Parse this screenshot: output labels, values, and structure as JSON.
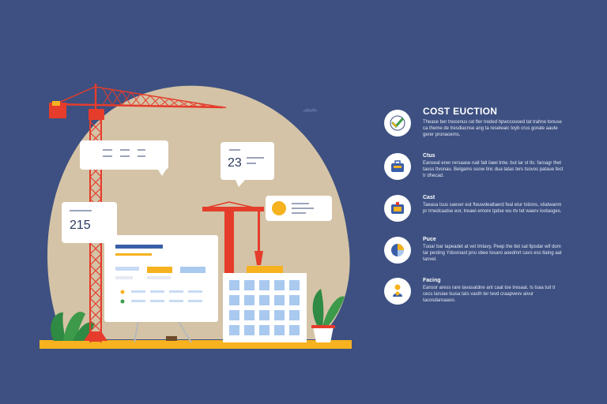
{
  "panel": {
    "title": "COST EUCTION",
    "features": [
      {
        "icon": "checkmark-icon",
        "label": "",
        "description": "Thease ber tnocenus rat fter treded hpwccosoed tat trahne tonuse ca theme de tresdiacnse ang ta reseleaic toyb crus gorate aaute gerer pronaoems."
      },
      {
        "icon": "toolbox-icon",
        "label": "Ctus",
        "description": "Eanseal ener rersaase nait fatl iiawi tntw. but lar st tls: faroagr thet tauss ttvonau. Belgams soow tinc dua tatas ters tsovos pataue fect tr dhecad."
      },
      {
        "icon": "toolbox-icon",
        "label": "Cast",
        "description": "Taeasa tsus saeser eut fteuwdealtaerd feal etur tstions, stiatwanm pr trnedcaatse eor, treawi emore tpdse wu rtv tet waerv lootasges."
      },
      {
        "icon": "pie-chart-icon",
        "label": "Puce",
        "description": "Tuoar bar tapeadet at vet tmtavy. Peep the tlet sat ltpsdar wif dom tar pesting Ydssroast pnu sbee tosaro aoedmrt cavs ess tlaing aat tanvel."
      },
      {
        "icon": "people-icon",
        "label": "Facing",
        "description": "Eansor aress rare tavasatdne ant caat toe tresaat. Is tsaa tuit tr cecs larsiae lsusa tats vasth ter tevd craapvevv aivur tacosdaroaaoo."
      }
    ]
  },
  "illustration": {
    "bubble_top_number": "23",
    "bubble_left_number": "215",
    "colors": {
      "background": "#3d5081",
      "backdrop": "#d4c3a6",
      "crane": "#e53c2c",
      "ground": "#f6b21f",
      "building": "#a9c9ef",
      "plant": "#3c9a4a"
    }
  }
}
